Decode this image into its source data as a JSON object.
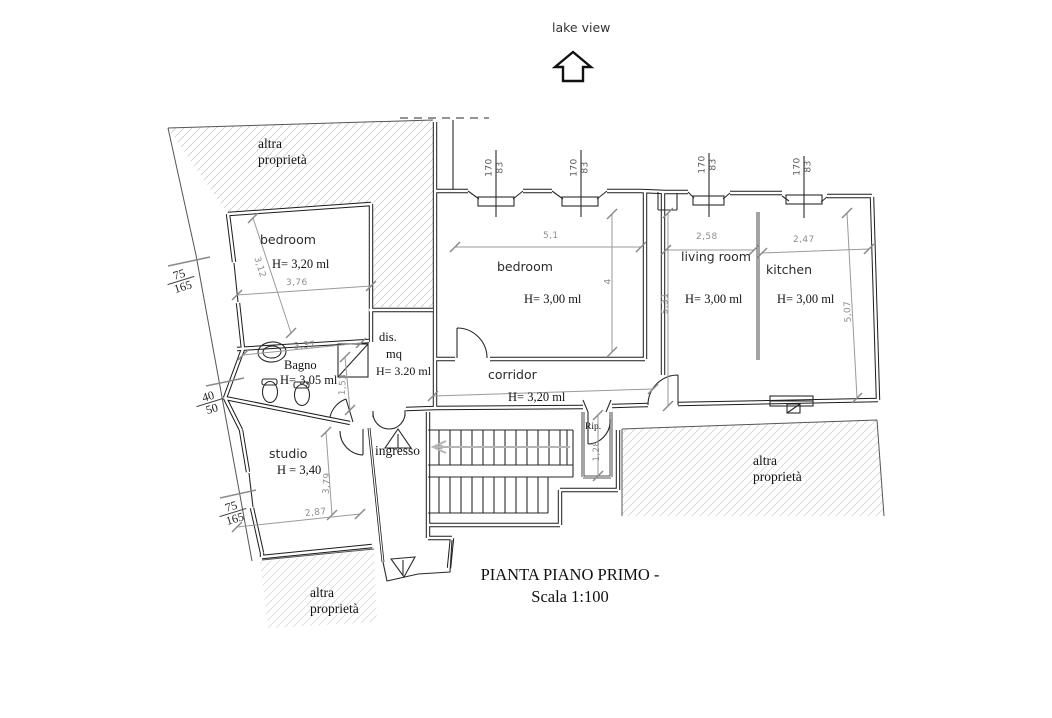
{
  "compass": {
    "label": "lake view"
  },
  "title": {
    "line1": "PIANTA PIANO PRIMO -",
    "line2": "Scala 1:100"
  },
  "neighbors": {
    "top_left": "altra\nproprietà",
    "right": "altra\nproprietà",
    "bottom": "altra\nproprietà"
  },
  "rooms": {
    "bedroom1": {
      "name": "bedroom",
      "height": "H= 3,20 ml"
    },
    "bedroom2": {
      "name": "bedroom",
      "height": "H= 3,00 ml"
    },
    "living": {
      "name": "living room",
      "height": "H= 3,00 ml"
    },
    "kitchen": {
      "name": "kitchen",
      "height": "H= 3,00 ml"
    },
    "corridor": {
      "name": "corridor",
      "height": "H= 3,20 ml"
    },
    "bagno": {
      "name": "Bagno",
      "height": "H= 3,05 ml"
    },
    "dis": {
      "name_line1": "dis.",
      "name_line2": "mq",
      "height": "H= 3.20 ml"
    },
    "studio": {
      "name": "studio",
      "height": "H = 3,40"
    },
    "ingresso": {
      "name": "ingresso"
    },
    "rip": {
      "name": "Rip."
    }
  },
  "dims": {
    "bedroom1_w": "3,76",
    "bedroom1_diag": "3,12",
    "bedroom2_w": "5,1",
    "bedroom2_d": "4",
    "hall_d": "5,31",
    "living_w": "2,58",
    "kitchen_w": "2,47",
    "kitchen_d": "5,07",
    "bagno_w": "3,37",
    "bagno_d": "1,53",
    "studio_d": "3,79",
    "studio_w": "2,87",
    "rip_d": "1,28"
  },
  "openings": {
    "win_left_upper": {
      "w": "75",
      "h": "165"
    },
    "win_left_lower": {
      "w": "75",
      "h": "165"
    },
    "win_small": {
      "w": "40",
      "h": "50"
    },
    "windows_83": [
      {
        "w": "83",
        "h": "170"
      },
      {
        "w": "83",
        "h": "170"
      },
      {
        "w": "83",
        "h": "170"
      },
      {
        "w": "83",
        "h": "170"
      }
    ]
  },
  "colors": {
    "wall": "#1b1b1b",
    "dimension": "#9a9a9a",
    "hatch": "#cccccc"
  }
}
